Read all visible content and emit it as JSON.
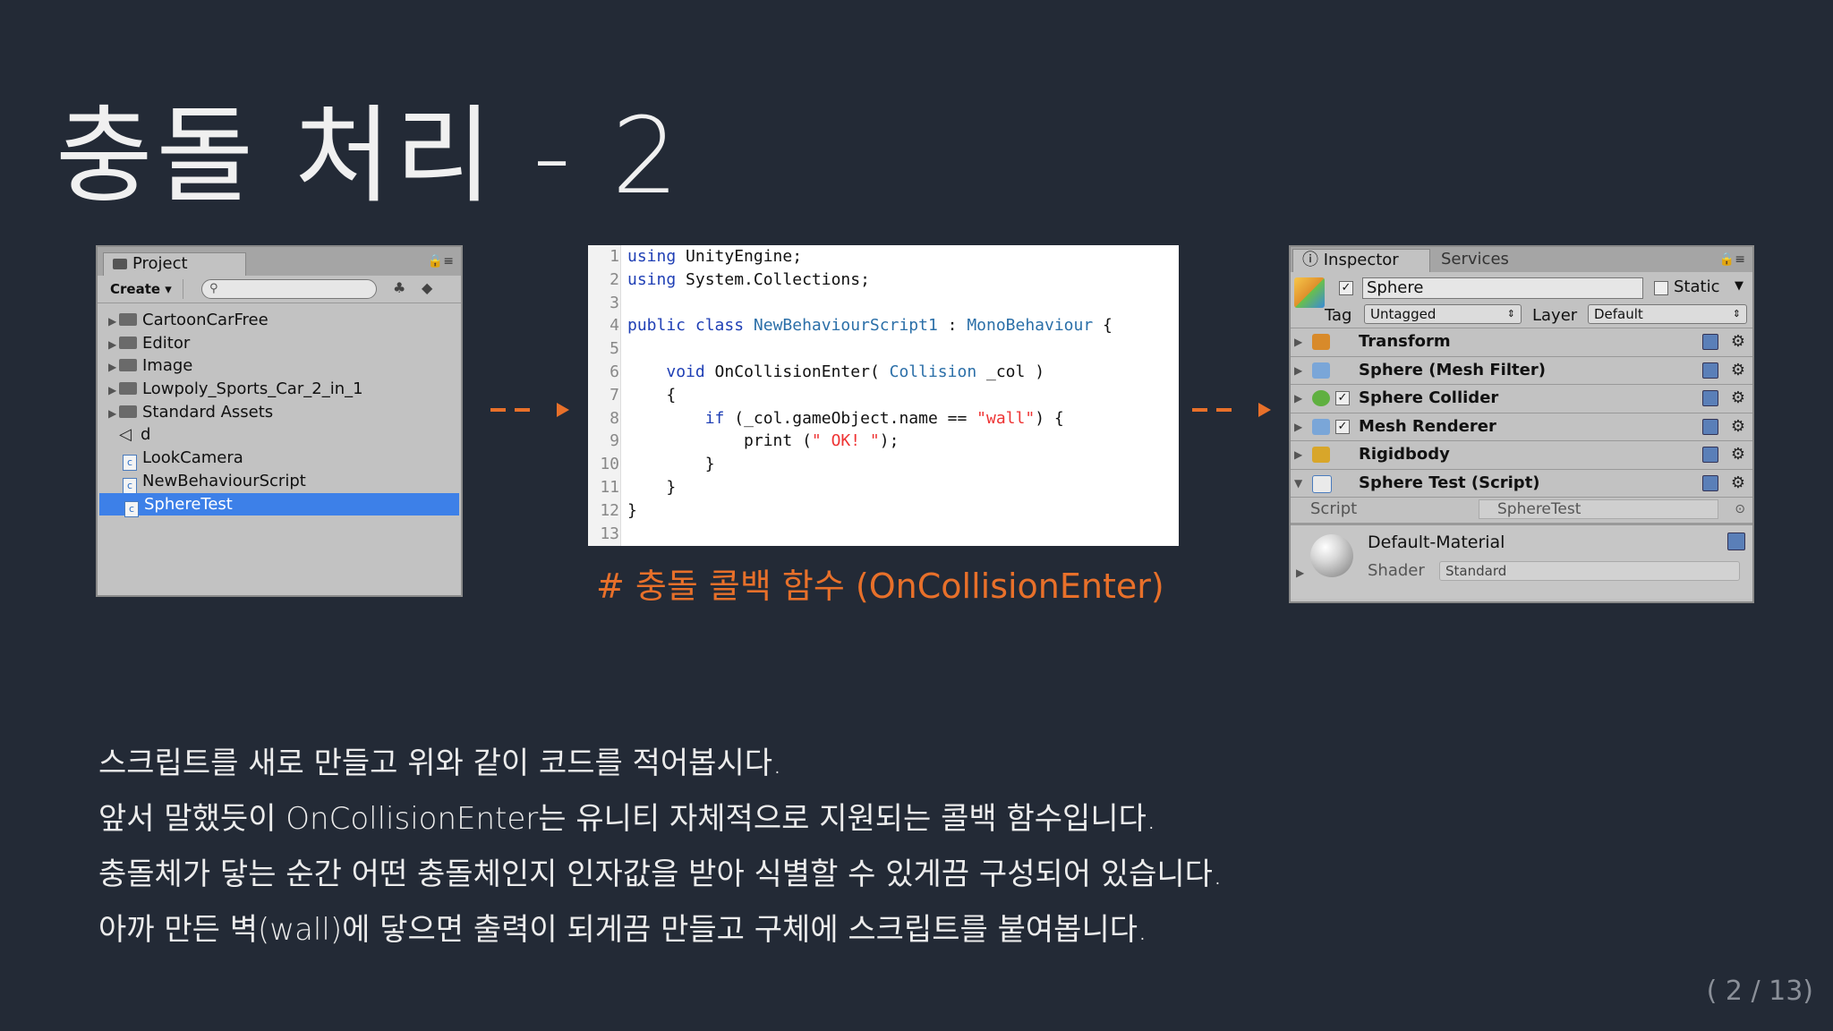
{
  "slide": {
    "title": "충돌 처리 - 2",
    "caption": "# 충돌 콜백 함수 (OnCollisionEnter)",
    "body": [
      "스크립트를 새로 만들고 위와 같이 코드를 적어봅시다.",
      "앞서 말했듯이 OnCollisionEnter는 유니티 자체적으로 지원되는 콜백 함수입니다.",
      "충돌체가 닿는 순간 어떤 충돌체인지 인자값을 받아 식별할 수 있게끔 구성되어 있습니다.",
      "아까 만든 벽(wall)에 닿으면 출력이 되게끔 만들고 구체에 스크립트를 붙여봅니다."
    ],
    "page_indicator": "( 2 / 13)",
    "accent_color": "#e8702a",
    "background_color": "#232a36"
  },
  "project_panel": {
    "tab_label": "Project",
    "create_label": "Create ▾",
    "search_placeholder": "",
    "items": [
      {
        "label": "CartoonCarFree",
        "kind": "folder"
      },
      {
        "label": "Editor",
        "kind": "folder"
      },
      {
        "label": "Image",
        "kind": "folder"
      },
      {
        "label": "Lowpoly_Sports_Car_2_in_1",
        "kind": "folder"
      },
      {
        "label": "Standard Assets",
        "kind": "folder"
      },
      {
        "label": "d",
        "kind": "scene"
      },
      {
        "label": "LookCamera",
        "kind": "script"
      },
      {
        "label": "NewBehaviourScript",
        "kind": "script"
      },
      {
        "label": "SphereTest",
        "kind": "script",
        "selected": true
      }
    ]
  },
  "code_panel": {
    "line_numbers": [
      "1",
      "2",
      "3",
      "4",
      "5",
      "6",
      "7",
      "8",
      "9",
      "10",
      "11",
      "12",
      "13"
    ],
    "lines": [
      [
        {
          "t": "using",
          "c": "kw"
        },
        {
          "t": " UnityEngine;",
          "c": ""
        }
      ],
      [
        {
          "t": "using",
          "c": "kw"
        },
        {
          "t": " System.Collections;",
          "c": ""
        }
      ],
      [],
      [
        {
          "t": "public class",
          "c": "kw"
        },
        {
          "t": " ",
          "c": ""
        },
        {
          "t": "NewBehaviourScript1",
          "c": "ty"
        },
        {
          "t": " : ",
          "c": ""
        },
        {
          "t": "MonoBehaviour",
          "c": "ty"
        },
        {
          "t": " {",
          "c": ""
        }
      ],
      [],
      [
        {
          "t": "    ",
          "c": ""
        },
        {
          "t": "void",
          "c": "kw"
        },
        {
          "t": " OnCollisionEnter( ",
          "c": ""
        },
        {
          "t": "Collision",
          "c": "ty"
        },
        {
          "t": " _col )",
          "c": ""
        }
      ],
      [
        {
          "t": "    {",
          "c": ""
        }
      ],
      [
        {
          "t": "        ",
          "c": ""
        },
        {
          "t": "if",
          "c": "kw"
        },
        {
          "t": " (_col.gameObject.name == ",
          "c": ""
        },
        {
          "t": "\"wall\"",
          "c": "st"
        },
        {
          "t": ") {",
          "c": ""
        }
      ],
      [
        {
          "t": "            print (",
          "c": ""
        },
        {
          "t": "\" OK! \"",
          "c": "st"
        },
        {
          "t": ");",
          "c": ""
        }
      ],
      [
        {
          "t": "        }",
          "c": ""
        }
      ],
      [
        {
          "t": "    }",
          "c": ""
        }
      ],
      [
        {
          "t": "}",
          "c": ""
        }
      ],
      []
    ]
  },
  "inspector_panel": {
    "tab_inspector": "Inspector",
    "tab_services": "Services",
    "object_name": "Sphere",
    "static_label": "Static",
    "tag_label": "Tag",
    "tag_value": "Untagged",
    "layer_label": "Layer",
    "layer_value": "Default",
    "components": [
      {
        "name": "Transform",
        "checkbox": false,
        "icon": "transform-icon",
        "expanded": false
      },
      {
        "name": "Sphere (Mesh Filter)",
        "checkbox": false,
        "icon": "mesh-filter-icon",
        "expanded": false
      },
      {
        "name": "Sphere Collider",
        "checkbox": true,
        "icon": "sphere-collider-icon",
        "expanded": false
      },
      {
        "name": "Mesh Renderer",
        "checkbox": true,
        "icon": "mesh-renderer-icon",
        "expanded": false
      },
      {
        "name": "Rigidbody",
        "checkbox": false,
        "icon": "rigidbody-icon",
        "expanded": false
      },
      {
        "name": "Sphere Test (Script)",
        "checkbox": false,
        "icon": "script-icon",
        "expanded": true
      }
    ],
    "script_label": "Script",
    "script_value": "SphereTest",
    "material_name": "Default-Material",
    "shader_label": "Shader",
    "shader_value": "Standard"
  }
}
